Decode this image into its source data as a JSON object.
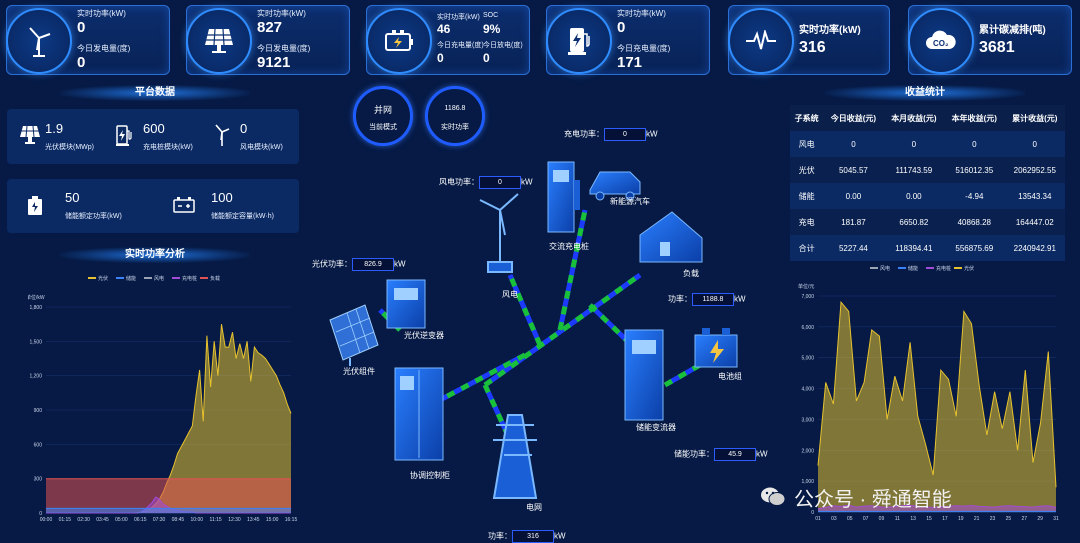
{
  "top_cards": [
    {
      "icon": "wind-turbine-icon",
      "l1": "实时功率(kW)",
      "v1": "0",
      "l2": "今日发电量(度)",
      "v2": "0"
    },
    {
      "icon": "solar-panel-icon",
      "l1": "实时功率(kW)",
      "v1": "827",
      "l2": "今日发电量(度)",
      "v2": "9121"
    },
    {
      "icon": "battery-icon",
      "l1": "实时功率(kW)",
      "v1": "46",
      "l1b": "SOC",
      "v1b": "9%",
      "l2": "今日充电量(度)",
      "v2": "0",
      "l2b": "今日放电(度)",
      "v2b": "0"
    },
    {
      "icon": "charging-pile-icon",
      "l1": "实时功率(kW)",
      "v1": "0",
      "l2": "今日充电量(度)",
      "v2": "171"
    },
    {
      "icon": "pulse-icon",
      "l1": "实时功率(kW)",
      "v1": "316"
    },
    {
      "icon": "co2-cloud-icon",
      "l1": "累计碳减排(吨)",
      "v1": "3681"
    }
  ],
  "platform": {
    "title": "平台数据",
    "pv": {
      "value": "1.9",
      "label": "光伏模块(MWp)"
    },
    "charger": {
      "value": "600",
      "label": "充电桩模块(kW)"
    },
    "wind": {
      "value": "0",
      "label": "风电模块(kW)"
    },
    "storage_power": {
      "value": "50",
      "label": "储能额定功率(kW)"
    },
    "storage_capacity": {
      "value": "100",
      "label": "储能额定容量(kW·h)"
    }
  },
  "modes": {
    "grid": {
      "title": "并网",
      "label": "当前模式"
    },
    "power": {
      "value": "1186.8",
      "label": "实时功率"
    }
  },
  "diagram": {
    "charge_power": {
      "label": "充电功率：",
      "value": "0",
      "unit": "kW"
    },
    "wind_power": {
      "label": "风电功率：",
      "value": "0",
      "unit": "kW"
    },
    "pv_power": {
      "label": "光伏功率：",
      "value": "826.9",
      "unit": "kW"
    },
    "load_power": {
      "label": "功率：",
      "value": "1188.8",
      "unit": "kW"
    },
    "storage_power": {
      "label": "储能功率：",
      "value": "45.9",
      "unit": "kW"
    },
    "grid_power": {
      "label": "功率：",
      "value": "316",
      "unit": "kW"
    },
    "nodes": {
      "ev": "新能源汽车",
      "ac_pile": "交流充电桩",
      "load": "负载",
      "wind": "风电",
      "inverter": "光伏逆变器",
      "pv": "光伏组件",
      "battery": "电池组",
      "pcs": "储能变流器",
      "cabinet": "协调控制柜",
      "grid": "电网"
    }
  },
  "revenue": {
    "title": "收益统计",
    "headers": [
      "子系统",
      "今日收益(元)",
      "本月收益(元)",
      "本年收益(元)",
      "累计收益(元)"
    ],
    "rows": [
      [
        "风电",
        "0",
        "0",
        "0",
        "0"
      ],
      [
        "光伏",
        "5045.57",
        "111743.59",
        "516012.35",
        "2062952.55"
      ],
      [
        "储能",
        "0.00",
        "0.00",
        "-4.94",
        "13543.34"
      ],
      [
        "充电",
        "181.87",
        "6650.82",
        "40868.28",
        "164447.02"
      ],
      [
        "合计",
        "5227.44",
        "118394.41",
        "556875.69",
        "2240942.91"
      ]
    ]
  },
  "watermark": "公众号 · 舜通智能",
  "chart_data": [
    {
      "type": "area",
      "title": "实时功率分析",
      "ylabel": "单位/kW",
      "ylim": [
        0,
        1800
      ],
      "yticks": [
        "1,800",
        "1,500",
        "1,200",
        "900",
        "600",
        "300",
        "0"
      ],
      "categories": [
        "00:00",
        "01:15",
        "02:30",
        "03:45",
        "05:00",
        "06:15",
        "07:30",
        "08:45",
        "10:00",
        "11:15",
        "12:30",
        "13:45",
        "15:00",
        "16:15"
      ],
      "legend": [
        "光伏",
        "储能",
        "风电",
        "充电桩",
        "负载"
      ],
      "colors": {
        "光伏": "#e6c22e",
        "储能": "#3b82f6",
        "风电": "#9aa4b2",
        "充电桩": "#a24bd6",
        "负载": "#e05252"
      },
      "series": [
        {
          "name": "光伏",
          "values": [
            0,
            0,
            0,
            0,
            0,
            0,
            0,
            0,
            0,
            0,
            0,
            0,
            0,
            0,
            0,
            0,
            0,
            0,
            0,
            0,
            0,
            0,
            0,
            0,
            0,
            2,
            8,
            15,
            30,
            50,
            80,
            120,
            180,
            260,
            330,
            420,
            520,
            580,
            640,
            700,
            760,
            1020,
            1250,
            800,
            1550,
            1100,
            1500,
            1200,
            1650,
            1450,
            1450,
            1580,
            1350,
            1480,
            1350,
            1500,
            1150,
            1450,
            1400,
            1380,
            1350,
            1300,
            1250,
            1200,
            1120,
            1050,
            950,
            870
          ]
        },
        {
          "name": "负载",
          "values": [
            300,
            300,
            300,
            300,
            300,
            300,
            300,
            300,
            300,
            300,
            300,
            300,
            300,
            300,
            300,
            300,
            300,
            300,
            300,
            300,
            300,
            300,
            300,
            300,
            300,
            300,
            300,
            300,
            300,
            300,
            300,
            300,
            300,
            300,
            300,
            300,
            300,
            300,
            300,
            300,
            300,
            300,
            300,
            300,
            300,
            300,
            300,
            300,
            300,
            300,
            300,
            300,
            300,
            300,
            300,
            300,
            300,
            300,
            300,
            300,
            300,
            300,
            300,
            300,
            300,
            300,
            300,
            300
          ]
        },
        {
          "name": "充电桩",
          "values": [
            0,
            0,
            0,
            0,
            0,
            0,
            0,
            0,
            0,
            0,
            0,
            0,
            0,
            0,
            0,
            0,
            0,
            0,
            0,
            0,
            0,
            0,
            0,
            0,
            0,
            0,
            10,
            30,
            60,
            90,
            140,
            120,
            80,
            60,
            40,
            30,
            20,
            15,
            10,
            10,
            10,
            0,
            0,
            0,
            0,
            0,
            0,
            0,
            0,
            0,
            0,
            0,
            0,
            0,
            0,
            0,
            0,
            0,
            0,
            0,
            0,
            0,
            0,
            0,
            0,
            0,
            0,
            0
          ]
        },
        {
          "name": "储能",
          "values": [
            40,
            40,
            40,
            40,
            40,
            40,
            40,
            40,
            40,
            40,
            40,
            40,
            40,
            40,
            40,
            40,
            40,
            40,
            40,
            40,
            40,
            40,
            40,
            40,
            40,
            40,
            40,
            40,
            40,
            40,
            40,
            40,
            40,
            40,
            40,
            40,
            40,
            40,
            40,
            40,
            40,
            40,
            40,
            40,
            40,
            40,
            40,
            40,
            40,
            40,
            40,
            40,
            40,
            40,
            40,
            40,
            40,
            40,
            40,
            40,
            40,
            40,
            40,
            40,
            40,
            40,
            40,
            40
          ]
        }
      ]
    },
    {
      "type": "area",
      "ylabel": "单位/元",
      "ylim": [
        0,
        7000
      ],
      "yticks": [
        "7,000",
        "6,000",
        "5,000",
        "4,000",
        "3,000",
        "2,000",
        "1,000",
        "0"
      ],
      "categories": [
        "01",
        "03",
        "05",
        "07",
        "09",
        "11",
        "13",
        "15",
        "17",
        "19",
        "21",
        "23",
        "25",
        "27",
        "29",
        "31"
      ],
      "legend": [
        "风电",
        "储能",
        "充电桩",
        "光伏"
      ],
      "colors": {
        "风电": "#9aa4b2",
        "储能": "#3b82f6",
        "充电桩": "#a24bd6",
        "光伏": "#e6c22e"
      },
      "series": [
        {
          "name": "光伏",
          "values": [
            1500,
            4200,
            3500,
            6800,
            6500,
            3600,
            4200,
            5900,
            5700,
            3000,
            4400,
            3600,
            5500,
            3100,
            2200,
            1200,
            4600,
            4300,
            3100,
            6500,
            6100,
            4100,
            2500,
            3900,
            2700,
            3900,
            2000,
            4600,
            1600,
            2900,
            5200,
            800
          ]
        },
        {
          "name": "充电桩",
          "values": [
            100,
            150,
            200,
            180,
            220,
            160,
            190,
            200,
            170,
            150,
            180,
            200,
            210,
            190,
            160,
            150,
            170,
            180,
            200,
            190,
            210,
            180,
            170,
            160,
            190,
            200,
            180,
            170,
            160,
            190,
            200,
            150
          ]
        },
        {
          "name": "储能",
          "values": [
            20,
            20,
            20,
            20,
            20,
            20,
            20,
            20,
            20,
            20,
            20,
            20,
            20,
            20,
            20,
            20,
            20,
            20,
            20,
            20,
            20,
            20,
            20,
            20,
            20,
            20,
            20,
            20,
            20,
            20,
            20,
            20
          ]
        }
      ]
    }
  ]
}
